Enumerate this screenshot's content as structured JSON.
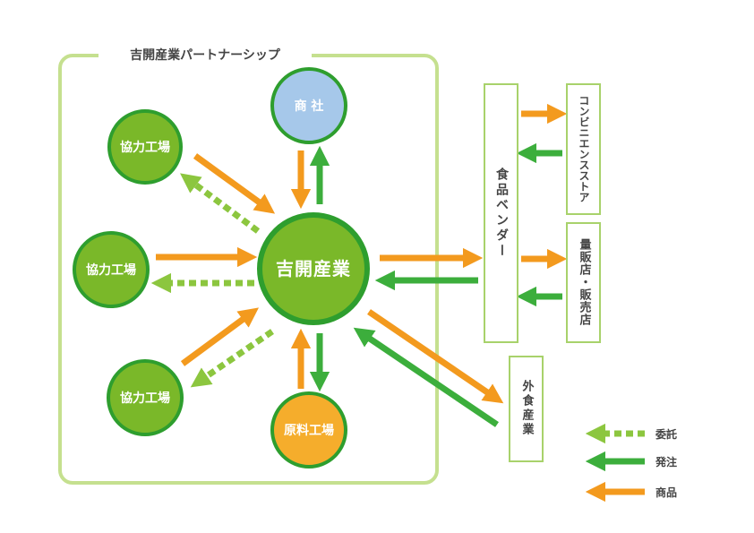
{
  "partnership_title": "吉開産業パートナーシップ",
  "center_label": "吉開産業",
  "nodes": {
    "trading": "商 社",
    "factory_top": "協力工場",
    "factory_mid": "協力工場",
    "factory_bottom": "協力工場",
    "raw_material": "原料工場"
  },
  "boxes": {
    "vendor": "食品ベンダー",
    "convenience": "コンビニエンスストア",
    "mass_retail": "量販店・販売店",
    "food_service": "外食産業"
  },
  "legend": {
    "outsource": "委託",
    "order": "発注",
    "product": "商品"
  },
  "colors": {
    "orange": "#f39a1e",
    "green": "#3cae3c",
    "light_green": "#8cc63f",
    "circle_green": "#7ab829",
    "circle_border": "#2e9e2e",
    "blue": "#a6c8ea",
    "gold": "#f5ad2c",
    "frame": "#c5e08f"
  }
}
